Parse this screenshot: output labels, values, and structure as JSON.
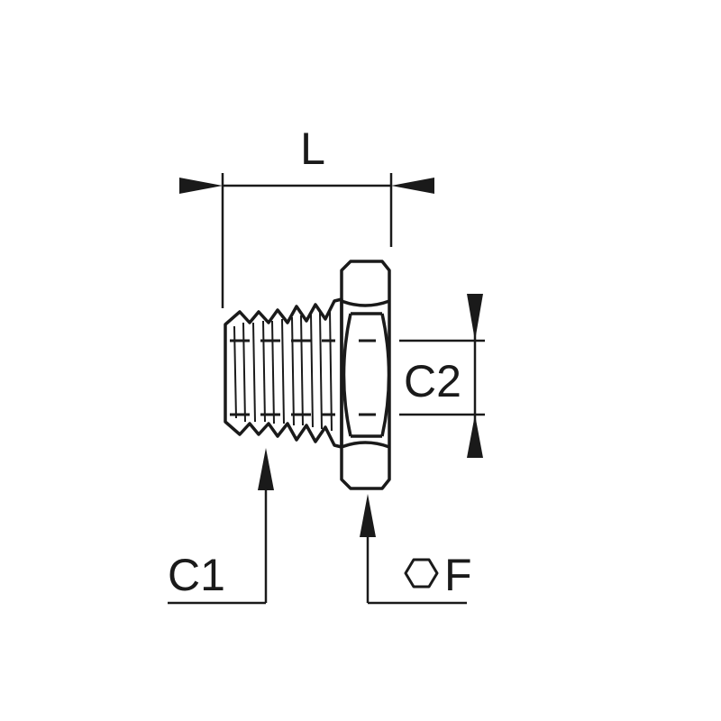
{
  "labels": {
    "length": "L",
    "thread_1": "C1",
    "thread_2": "C2",
    "hex_size": "F"
  },
  "icons": {
    "hex_symbol": "hexagon-icon"
  },
  "colors": {
    "ink": "#1a1a1a",
    "background": "#ffffff"
  }
}
